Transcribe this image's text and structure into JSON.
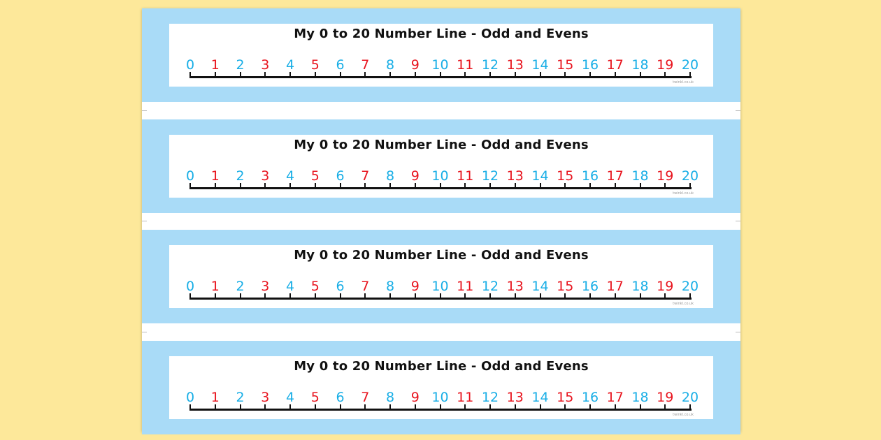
{
  "strips": [
    {
      "title": "My 0 to 20 Number Line - Odd and Evens",
      "credit": "twinkl.co.uk"
    },
    {
      "title": "My 0 to 20 Number Line - Odd and Evens",
      "credit": "twinkl.co.uk"
    },
    {
      "title": "My 0 to 20 Number Line - Odd and Evens",
      "credit": "twinkl.co.uk"
    },
    {
      "title": "My 0 to 20 Number Line - Odd and Evens",
      "credit": "twinkl.co.uk"
    }
  ],
  "number_line": {
    "start": 0,
    "end": 20,
    "labels": [
      "0",
      "1",
      "2",
      "3",
      "4",
      "5",
      "6",
      "7",
      "8",
      "9",
      "10",
      "11",
      "12",
      "13",
      "14",
      "15",
      "16",
      "17",
      "18",
      "19",
      "20"
    ]
  },
  "colors": {
    "page_background": "#fde89a",
    "strip_background": "#a9dbf7",
    "even_numbers": "#18aee6",
    "odd_numbers": "#e8141e",
    "line": "#111111"
  }
}
